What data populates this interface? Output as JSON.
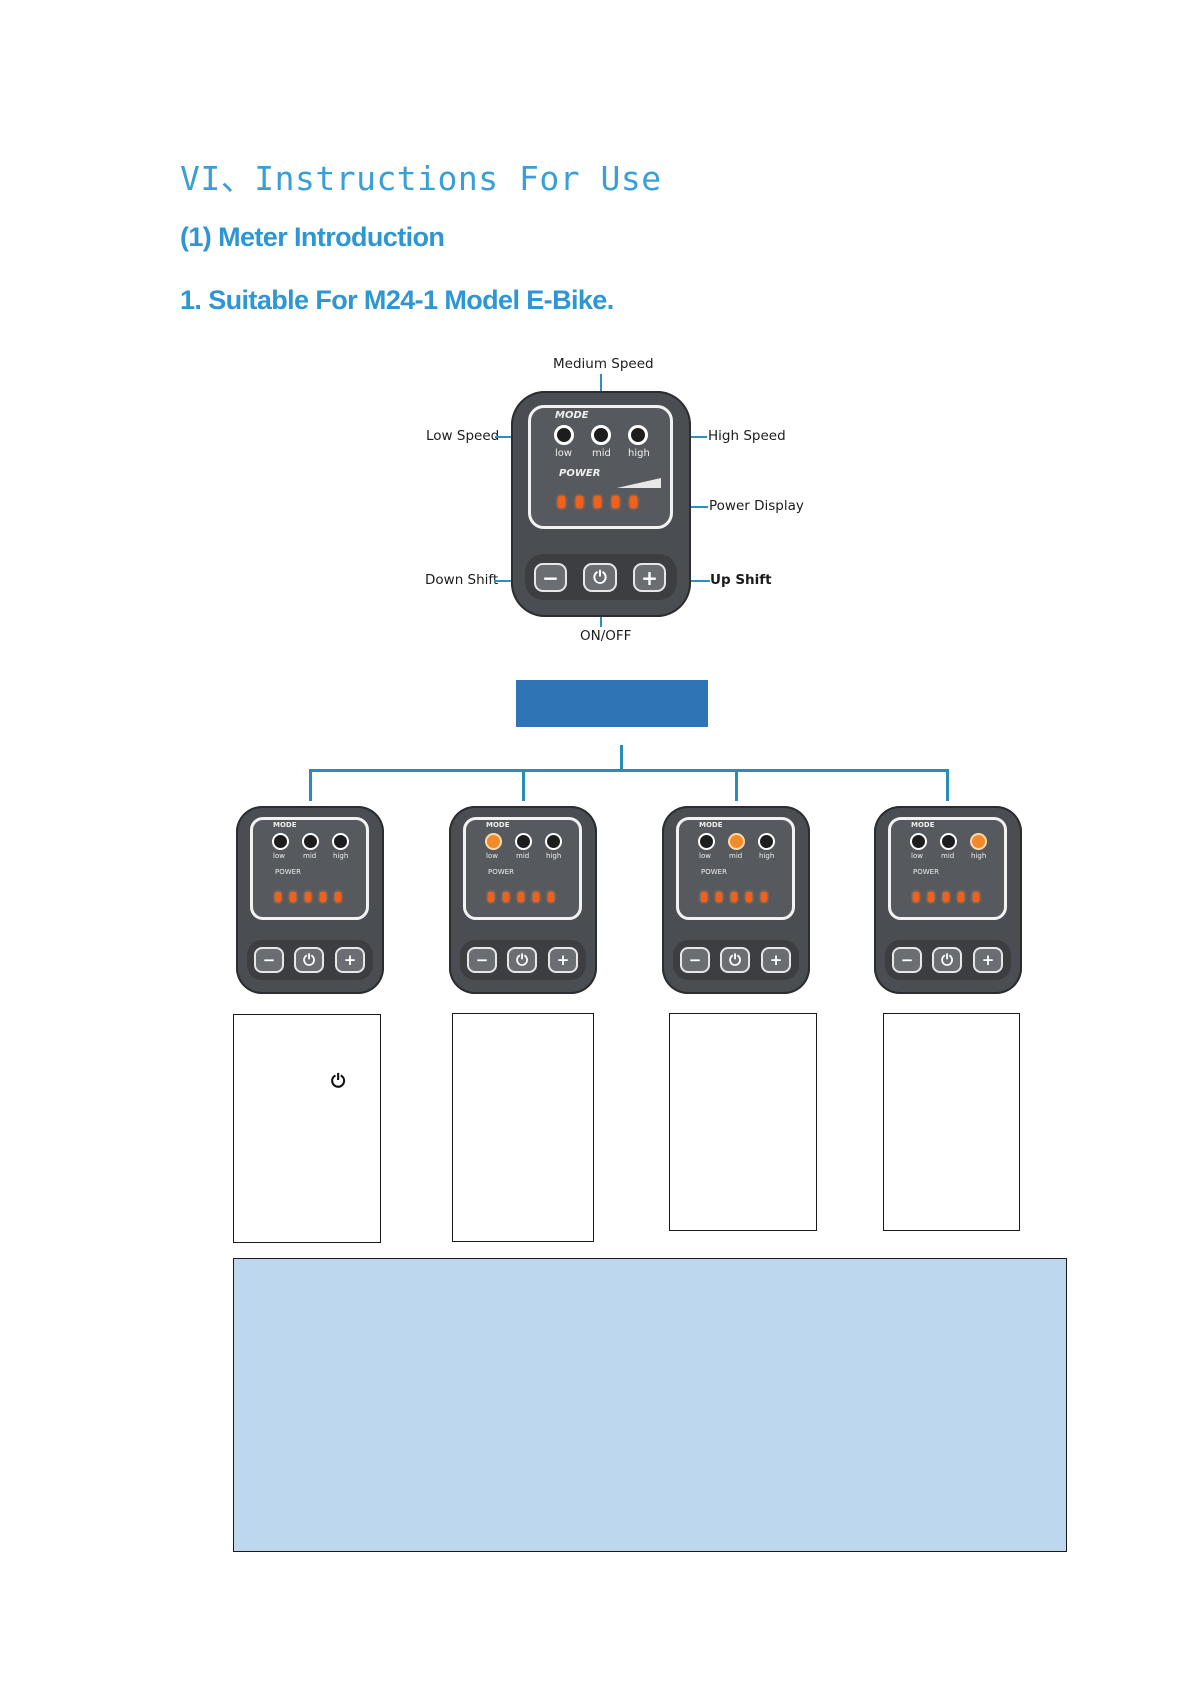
{
  "headings": {
    "main": "VI、Instructions For Use",
    "section": "(1)  Meter Introduction",
    "subsection": "1. Suitable For M24-1 Model E-Bike."
  },
  "meter_diagram": {
    "callouts": {
      "medium_speed": "Medium Speed",
      "low_speed": "Low Speed",
      "high_speed": "High Speed",
      "power_display": "Power Display",
      "down_shift": "Down Shift",
      "up_shift": "Up Shift",
      "on_off": "ON/OFF"
    },
    "panel": {
      "mode_label": "MODE",
      "power_label": "POWER",
      "speed_labels": [
        "low",
        "mid",
        "high"
      ],
      "minus_symbol": "−",
      "plus_symbol": "+",
      "power_symbol": "⏻"
    }
  },
  "mode_states": [
    {
      "lit_speed": "none"
    },
    {
      "lit_speed": "low"
    },
    {
      "lit_speed": "mid"
    },
    {
      "lit_speed": "high"
    }
  ],
  "boxes": {
    "first_box_icon": "⏻"
  },
  "colors": {
    "heading_blue": "#3a9fd6",
    "accent_blue": "#2e75b6",
    "note_fill": "#bdd7ee",
    "led_orange": "#f1601d"
  }
}
